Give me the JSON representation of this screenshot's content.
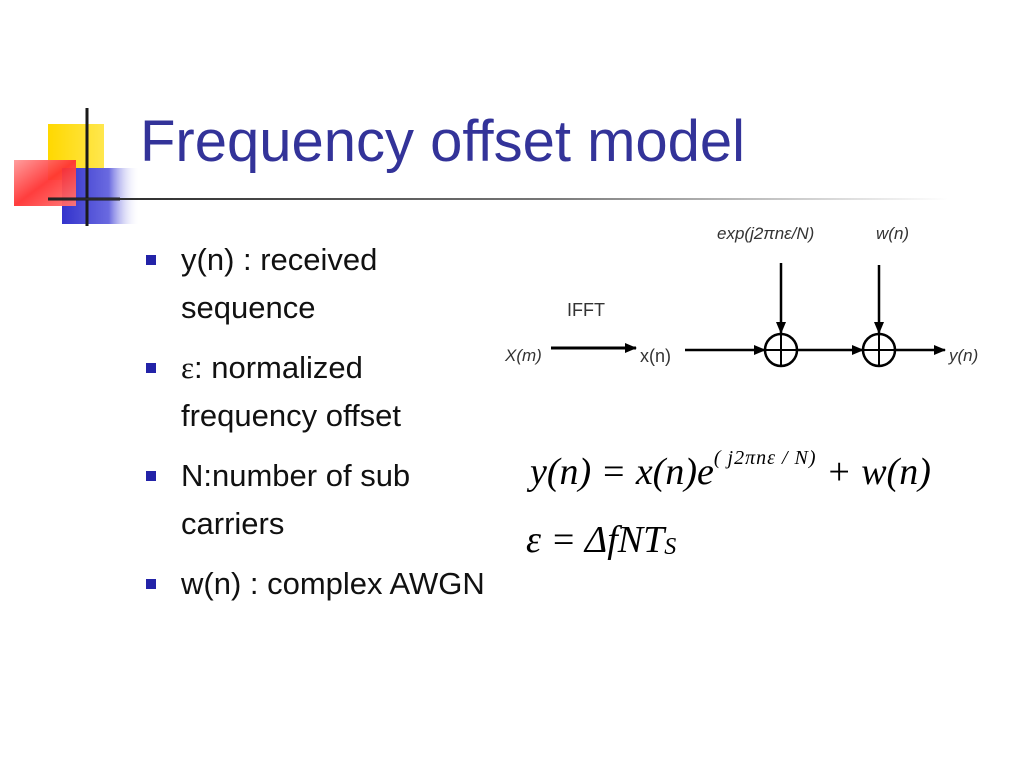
{
  "slide": {
    "title": "Frequency offset model",
    "bullets": [
      {
        "symbol": "",
        "text": "y(n) : received sequence"
      },
      {
        "symbol": "ε",
        "text": ": normalized frequency offset"
      },
      {
        "symbol": "",
        "text": "N:number of sub carriers"
      },
      {
        "symbol": "",
        "text": "w(n) : complex AWGN"
      }
    ]
  },
  "diagram": {
    "input_label": "X(m)",
    "block_label": "IFFT",
    "signal_label": "x(n)",
    "multiplier_label": "exp(j2πnε/N)",
    "noise_label": "w(n)",
    "output_label": "y(n)"
  },
  "equations": {
    "eq1_main": "y(n) = x(n)e",
    "eq1_exponent": "( j2πnε / N)",
    "eq1_tail": " + w(n)",
    "eq2_main": "ε = ΔfNT",
    "eq2_subscript": "S"
  },
  "colors": {
    "title": "#333399",
    "bullet": "#2323a8",
    "logo_yellow": "#ffd800",
    "logo_blue": "#3333cc",
    "logo_red": "#ff3333"
  }
}
